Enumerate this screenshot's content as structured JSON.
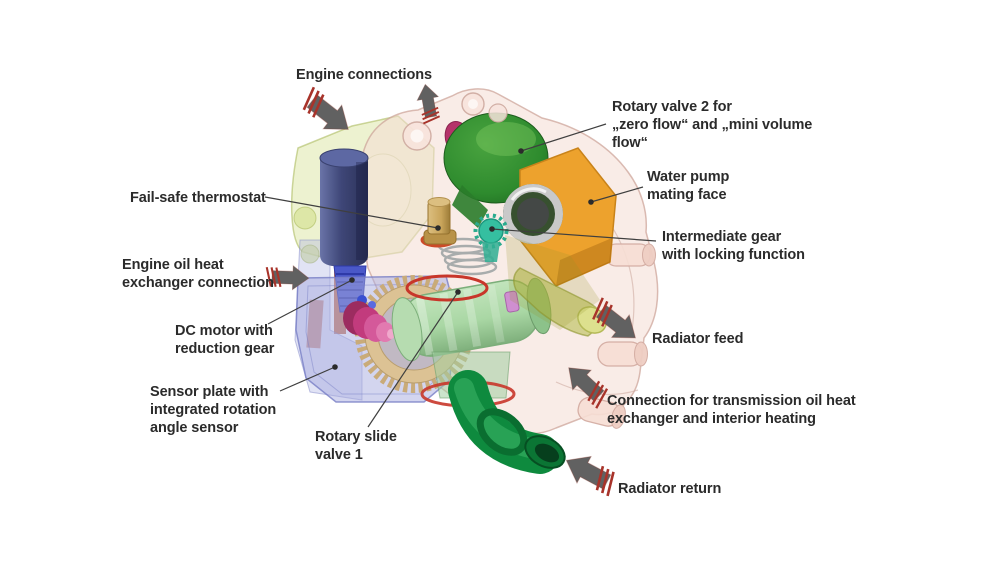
{
  "diagram": {
    "labels": {
      "engine_connections": "Engine connections",
      "rotary_valve_2": "Rotary valve 2 for\n„zero flow“ and „mini volume\nflow“",
      "water_pump_mating_face": "Water pump\nmating face",
      "fail_safe_thermostat": "Fail-safe thermostat",
      "intermediate_gear": "Intermediate gear\nwith locking function",
      "engine_oil_heat_exchanger": "Engine oil heat\nexchanger connection",
      "dc_motor": "DC motor with\nreduction gear",
      "radiator_feed": "Radiator feed",
      "sensor_plate": "Sensor plate with\nintegrated rotation\nangle sensor",
      "transmission_connection": "Connection for transmission oil heat\nexchanger and interior heating",
      "rotary_slide_valve_1": "Rotary slide\nvalve 1",
      "radiator_return": "Radiator return"
    },
    "colors": {
      "label_text": "#2b2b2b",
      "leader_line": "#3f3f3f",
      "arrow_fill": "#616161",
      "arrow_stripe": "#a8332a",
      "housing_pink": "#f4dcd4",
      "housing_green": "#d6e296",
      "valve_green_dark": "#2e8b2e",
      "pump_green_light": "#a9d7a4",
      "flange_orange": "#eda22d",
      "motor_blue": "#3e4677",
      "worm_gear_blue": "#4a58c8",
      "gear_tan": "#dcc294",
      "armature_pink": "#c23b7d",
      "thermostat_tan": "#c9a55b",
      "intermediate_gear_teal": "#35bfa0",
      "elbow_green": "#0e8a3e",
      "seal_red": "#c8362a",
      "sensor_plate_lavender": "#a8acd8"
    }
  }
}
